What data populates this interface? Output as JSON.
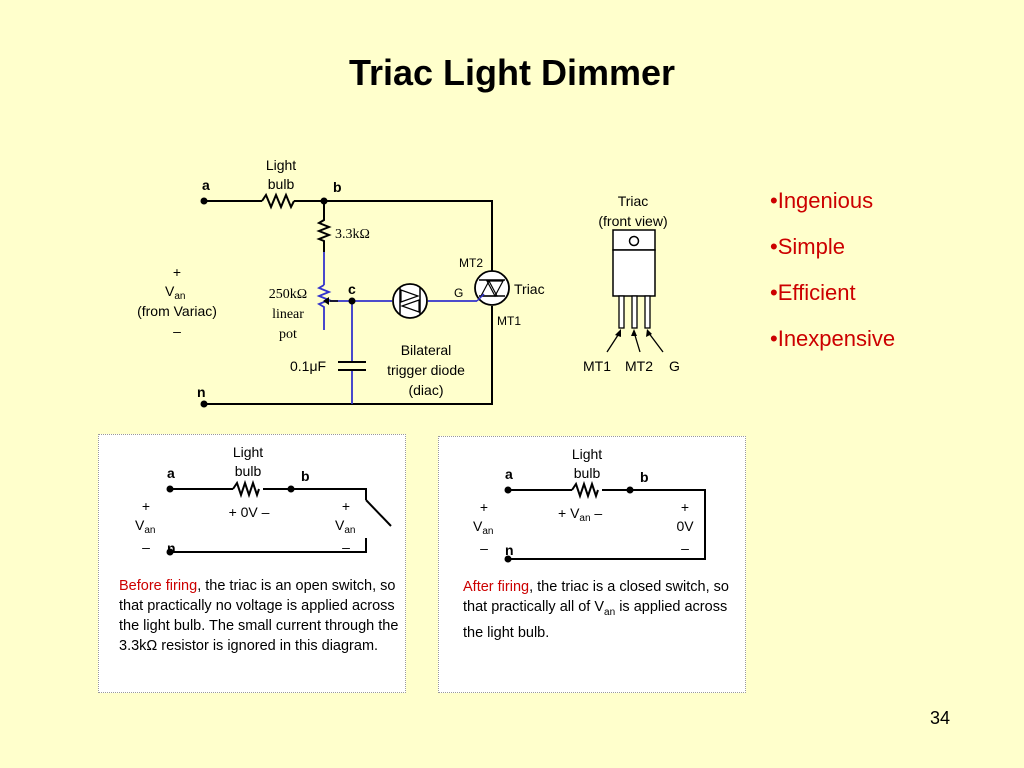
{
  "title": "Triac Light Dimmer",
  "bullets": [
    "•Ingenious",
    "•Simple",
    "•Efficient",
    "•Inexpensive"
  ],
  "main_circuit": {
    "node_a": "a",
    "node_b": "b",
    "node_c": "c",
    "node_n": "n",
    "bulb_label_1": "Light",
    "bulb_label_2": "bulb",
    "resistor_label": "3.3kΩ",
    "pot_label_1": "250kΩ",
    "pot_label_2": "linear",
    "pot_label_3": "pot",
    "cap_label": "0.1μF",
    "source_plus": "+",
    "source_v": "V",
    "source_sub": "an",
    "source_note": "(from Variac)",
    "source_minus": "–",
    "diac_label_1": "Bilateral",
    "diac_label_2": "trigger diode",
    "diac_label_3": "(diac)",
    "mt2_label": "MT2",
    "mt1_label": "MT1",
    "g_label": "G",
    "triac_label": "Triac"
  },
  "package": {
    "title_1": "Triac",
    "title_2": "(front view)",
    "pin_1": "MT1",
    "pin_2": "MT2",
    "pin_3": "G"
  },
  "before_panel": {
    "node_a": "a",
    "node_b": "b",
    "node_n": "n",
    "bulb_label_1": "Light",
    "bulb_label_2": "bulb",
    "bulb_voltage": "+ 0V –",
    "src_plus": "+",
    "src_v": "V",
    "src_sub": "an",
    "src_minus": "–",
    "sw_plus": "+",
    "sw_v": "V",
    "sw_sub": "an",
    "sw_minus": "–",
    "caption_highlight": "Before firing",
    "caption_rest": ", the triac is an open switch, so that practically no voltage is applied across the light bulb.  The small current through the 3.3kΩ resistor is ignored in this diagram."
  },
  "after_panel": {
    "node_a": "a",
    "node_b": "b",
    "node_n": "n",
    "bulb_label_1": "Light",
    "bulb_label_2": "bulb",
    "bulb_v_plus": "+ V",
    "bulb_v_sub": "an",
    "bulb_v_minus": " –",
    "src_plus": "+",
    "src_v": "V",
    "src_sub": "an",
    "src_minus": "–",
    "sw_plus": "+",
    "sw_value": "0V",
    "sw_minus": "–",
    "caption_highlight": "After firing",
    "caption_rest_1": ", the triac is a closed switch, so that practically all of V",
    "caption_sub": "an",
    "caption_rest_2": " is applied across the light bulb."
  },
  "page_number": "34",
  "colors": {
    "background": "#FFFFCC",
    "wire": "#000000",
    "blue_wire": "#3333CC",
    "accent": "#CC0000"
  }
}
